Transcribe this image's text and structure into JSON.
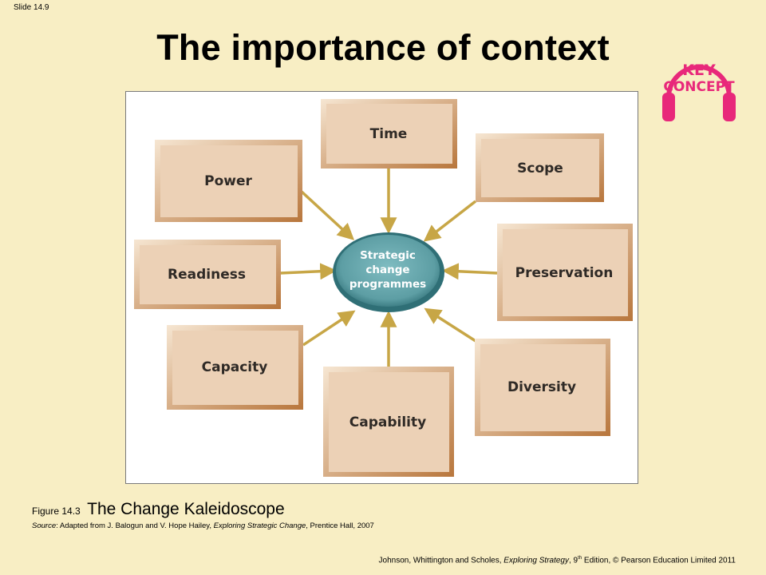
{
  "slide_number": "Slide 14.9",
  "title": "The importance of context",
  "badge": {
    "line1": "KEY",
    "line2": "CONCEPT",
    "icon": "headphones-icon",
    "color": "#e8287a"
  },
  "diagram": {
    "center": [
      "Strategic",
      "change",
      "programmes"
    ],
    "boxes": {
      "time": "Time",
      "scope": "Scope",
      "power": "Power",
      "preservation": "Preservation",
      "readiness": "Readiness",
      "capacity": "Capacity",
      "diversity": "Diversity",
      "capability": "Capability"
    },
    "colors": {
      "box_fill": "#ecd1b6",
      "box_border": "#c9915c",
      "arrow": "#c7a646",
      "hub": "#5d9ea4"
    }
  },
  "caption": {
    "figure_number": "Figure 14.3",
    "figure_title": "The Change Kaleidoscope",
    "source_label": "Source",
    "source_text": ": Adapted from J. Balogun and V. Hope Hailey, ",
    "source_book": "Exploring Strategic Change",
    "source_rest": ", Prentice Hall, 2007"
  },
  "footer": {
    "authors": "Johnson, Whittington and Scholes, ",
    "book": "Exploring Strategy",
    "comma": ", 9",
    "sup": "th",
    "rest": " Edition, © Pearson Education Limited 2011"
  }
}
